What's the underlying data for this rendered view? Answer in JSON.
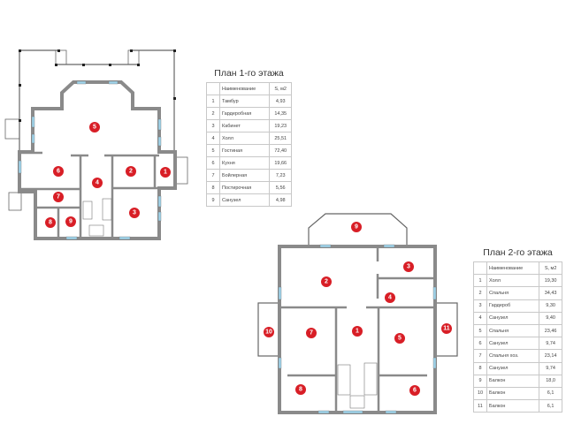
{
  "colors": {
    "wall": "#8a8a8a",
    "marker": "#d81e26",
    "window": "#9fd3ea"
  },
  "floor1": {
    "title": "План 1-го этажа",
    "header": {
      "num": "",
      "name": "Наименование",
      "area": "S, м2"
    },
    "rows": [
      {
        "num": "1",
        "name": "Тамбур",
        "area": "4,93"
      },
      {
        "num": "2",
        "name": "Гардеробная",
        "area": "14,35"
      },
      {
        "num": "3",
        "name": "Кабинет",
        "area": "19,23"
      },
      {
        "num": "4",
        "name": "Холл",
        "area": "25,51"
      },
      {
        "num": "5",
        "name": "Гостиная",
        "area": "72,40"
      },
      {
        "num": "6",
        "name": "Кухня",
        "area": "19,66"
      },
      {
        "num": "7",
        "name": "Бойлерная",
        "area": "7,23"
      },
      {
        "num": "8",
        "name": "Постирочная",
        "area": "5,56"
      },
      {
        "num": "9",
        "name": "Санузел",
        "area": "4,98"
      }
    ]
  },
  "floor2": {
    "title": "План 2-го этажа",
    "header": {
      "num": "",
      "name": "Наименование",
      "area": "S, м2"
    },
    "rows": [
      {
        "num": "1",
        "name": "Холл",
        "area": "19,30"
      },
      {
        "num": "2",
        "name": "Спальня",
        "area": "34,43"
      },
      {
        "num": "3",
        "name": "Гардероб",
        "area": "9,30"
      },
      {
        "num": "4",
        "name": "Санузел",
        "area": "9,40"
      },
      {
        "num": "5",
        "name": "Спальня",
        "area": "23,46"
      },
      {
        "num": "6",
        "name": "Санузел",
        "area": "9,74"
      },
      {
        "num": "7",
        "name": "Спальня хоз.",
        "area": "23,14"
      },
      {
        "num": "8",
        "name": "Санузел",
        "area": "9,74"
      },
      {
        "num": "9",
        "name": "Балкон",
        "area": "18,0"
      },
      {
        "num": "10",
        "name": "Балкон",
        "area": "6,1"
      },
      {
        "num": "11",
        "name": "Балкон",
        "area": "6,1"
      }
    ]
  }
}
